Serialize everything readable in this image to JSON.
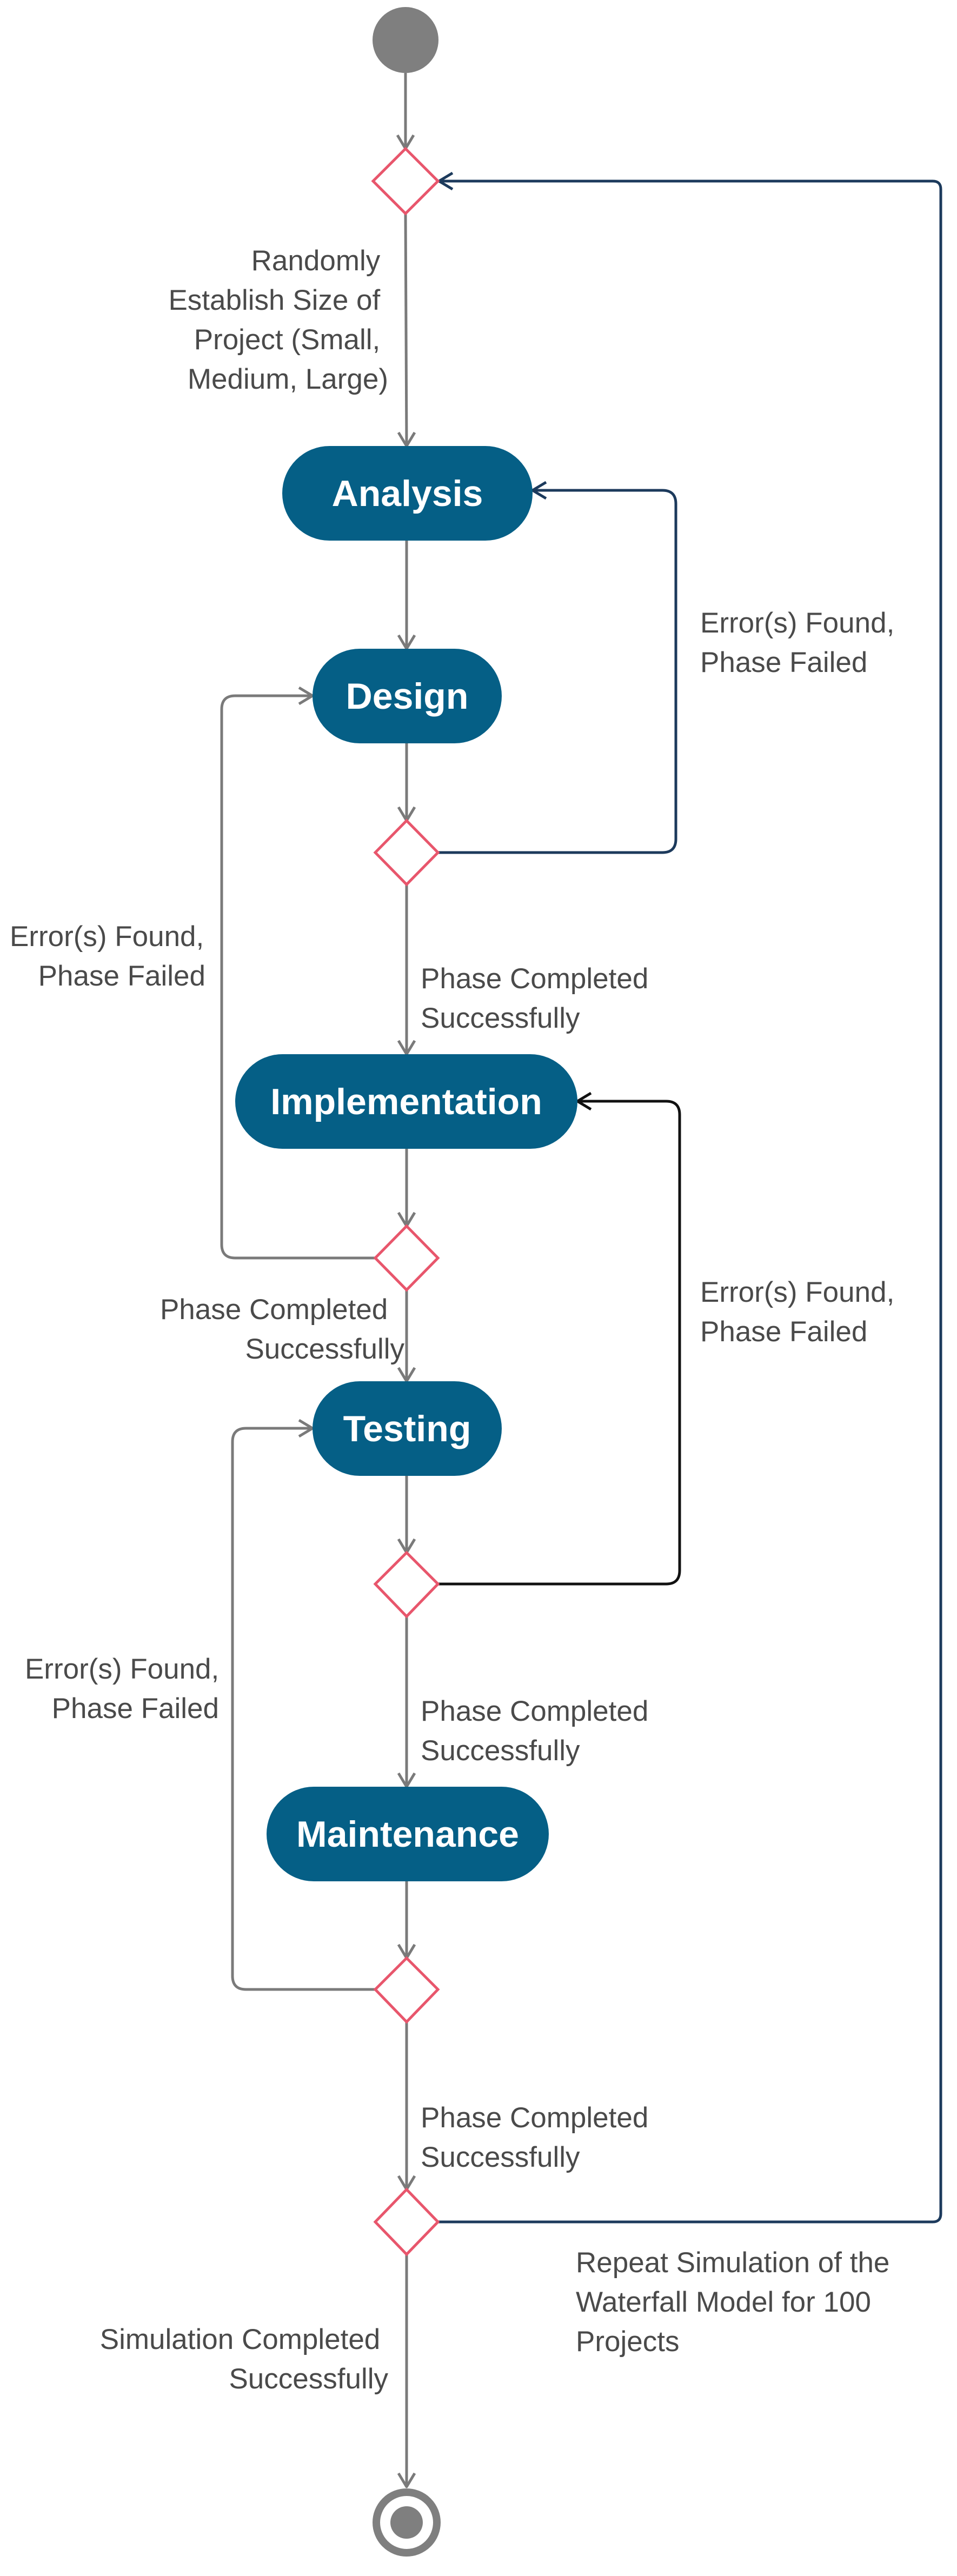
{
  "colors": {
    "action_fill": "#055f86",
    "action_text": "#ffffff",
    "decision_stroke": "#e8566c",
    "flow_gray": "#7a7a7a",
    "flow_navy": "#1c3a5c",
    "flow_black": "#111111",
    "start_fill": "#7f7f7f",
    "label_text": "#4a4a4a"
  },
  "actions": {
    "analysis": "Analysis",
    "design": "Design",
    "implementation": "Implementation",
    "testing": "Testing",
    "maintenance": "Maintenance"
  },
  "labels": {
    "establish_size": [
      "Randomly",
      "Establish Size of",
      "Project (Small,",
      "Medium, Large)"
    ],
    "analysis_failed": [
      "Error(s) Found,",
      "Phase Failed"
    ],
    "design_completed": [
      "Phase Completed",
      "Successfully"
    ],
    "impl_failed": [
      "Error(s) Found,",
      "Phase Failed"
    ],
    "impl_completed": [
      "Phase Completed",
      "Successfully"
    ],
    "testing_failed_impl": [
      "Error(s) Found,",
      "Phase Failed"
    ],
    "testing_completed": [
      "Phase Completed",
      "Successfully"
    ],
    "maintenance_failed": [
      "Error(s) Found,",
      "Phase Failed"
    ],
    "maintenance_completed": [
      "Phase Completed",
      "Successfully"
    ],
    "repeat": [
      "Repeat Simulation of the",
      "Waterfall Model for 100",
      "Projects"
    ],
    "sim_completed": [
      "Simulation Completed",
      "Successfully"
    ]
  }
}
